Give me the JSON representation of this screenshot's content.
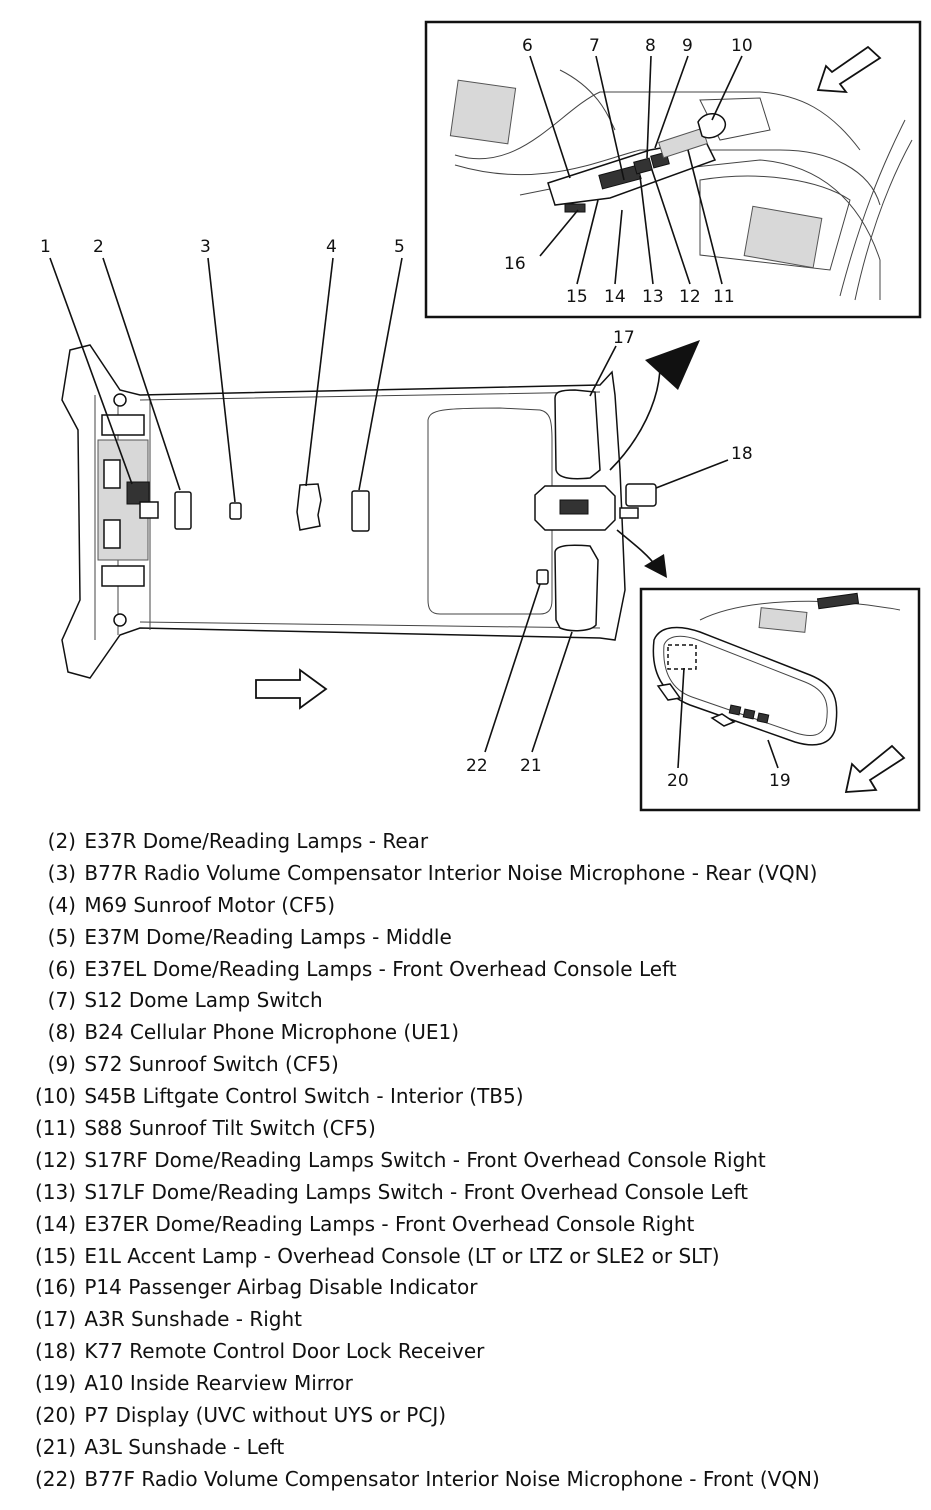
{
  "callouts": [
    "1",
    "2",
    "3",
    "4",
    "5",
    "6",
    "7",
    "8",
    "9",
    "10",
    "11",
    "12",
    "13",
    "14",
    "15",
    "16",
    "17",
    "18",
    "19",
    "20",
    "21",
    "22"
  ],
  "legend": [
    {
      "num": "(2)",
      "text": "E37R Dome/Reading Lamps - Rear"
    },
    {
      "num": "(3)",
      "text": "B77R Radio Volume Compensator Interior Noise Microphone - Rear (VQN)"
    },
    {
      "num": "(4)",
      "text": "M69 Sunroof Motor (CF5)"
    },
    {
      "num": "(5)",
      "text": "E37M Dome/Reading Lamps - Middle"
    },
    {
      "num": "(6)",
      "text": "E37EL Dome/Reading Lamps - Front Overhead Console Left"
    },
    {
      "num": "(7)",
      "text": "S12 Dome Lamp Switch"
    },
    {
      "num": "(8)",
      "text": "B24 Cellular Phone Microphone (UE1)"
    },
    {
      "num": "(9)",
      "text": "S72 Sunroof Switch (CF5)"
    },
    {
      "num": "(10)",
      "text": "S45B Liftgate Control Switch - Interior (TB5)"
    },
    {
      "num": "(11)",
      "text": "S88 Sunroof Tilt Switch (CF5)"
    },
    {
      "num": "(12)",
      "text": "S17RF Dome/Reading Lamps Switch - Front Overhead Console Right"
    },
    {
      "num": "(13)",
      "text": "S17LF Dome/Reading Lamps Switch - Front Overhead Console Left"
    },
    {
      "num": "(14)",
      "text": "E37ER Dome/Reading Lamps - Front Overhead Console Right"
    },
    {
      "num": "(15)",
      "text": "E1L Accent Lamp - Overhead Console (LT or LTZ or SLE2 or SLT)"
    },
    {
      "num": "(16)",
      "text": "P14 Passenger Airbag Disable Indicator"
    },
    {
      "num": "(17)",
      "text": "A3R Sunshade - Right"
    },
    {
      "num": "(18)",
      "text": "K77 Remote Control Door Lock Receiver"
    },
    {
      "num": "(19)",
      "text": "A10 Inside Rearview Mirror"
    },
    {
      "num": "(20)",
      "text": "P7 Display (UVC without UYS or PCJ)"
    },
    {
      "num": "(21)",
      "text": "A3L Sunshade - Left"
    },
    {
      "num": "(22)",
      "text": "B77F Radio Volume Compensator Interior Noise Microphone - Front (VQN)"
    }
  ]
}
